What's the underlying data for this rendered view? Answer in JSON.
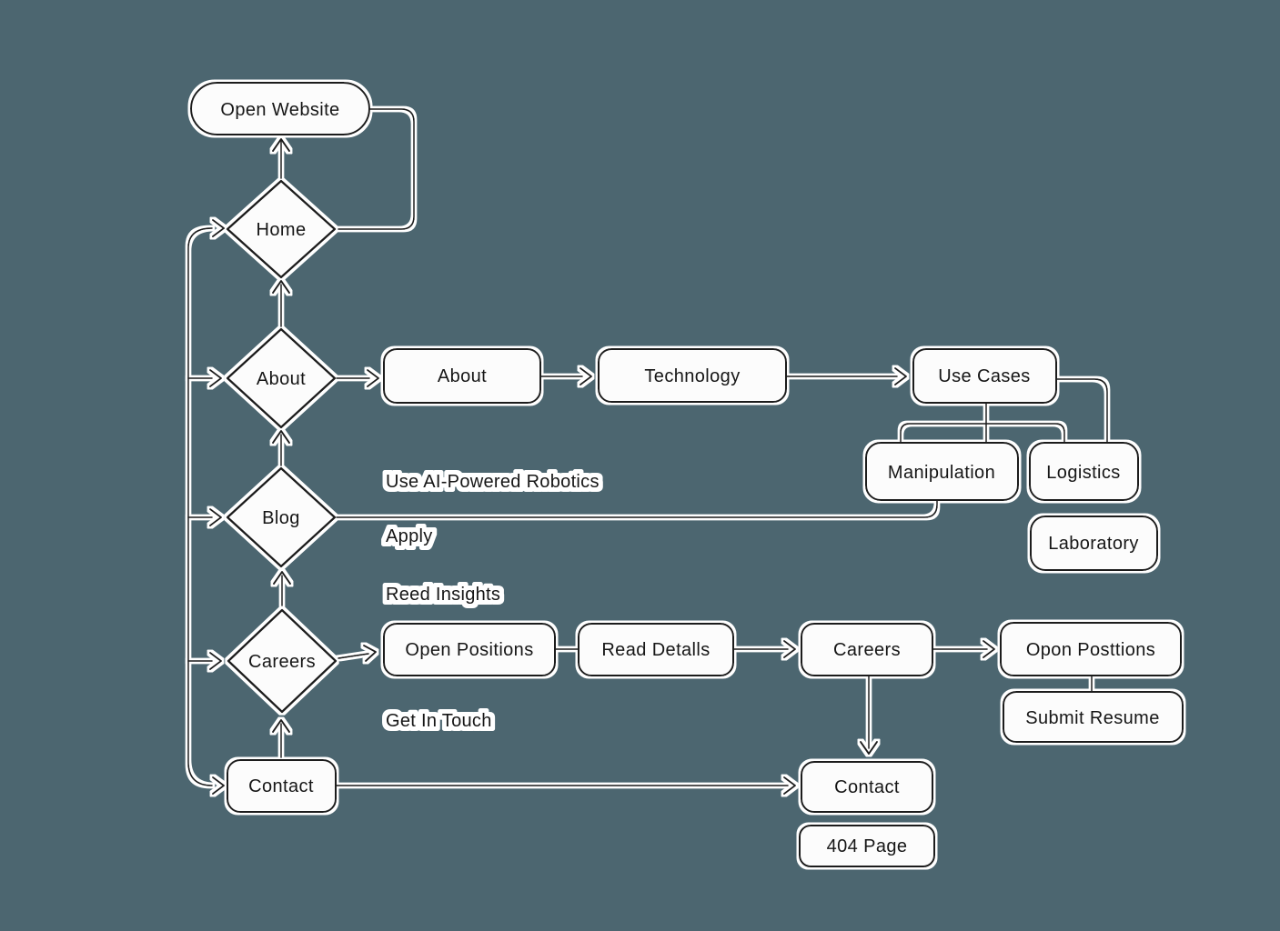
{
  "colors": {
    "background": "#4C6670",
    "line": "#1E1E1E",
    "node_fill": "#FCFCFC",
    "text": "#161616",
    "halo": "#FFFFFF"
  },
  "flowchart": {
    "entry": {
      "open_website": {
        "label": "Open Website"
      }
    },
    "nav_nodes": {
      "home": {
        "label": "Home"
      },
      "about": {
        "label": "About"
      },
      "blog": {
        "label": "Blog"
      },
      "careers": {
        "label": "Careers"
      },
      "contact": {
        "label": "Contact"
      }
    },
    "pages": {
      "about_page": {
        "label": "About"
      },
      "technology": {
        "label": "Technology"
      },
      "use_cases": {
        "label": "Use Cases"
      },
      "manipulation": {
        "label": "Manipulation"
      },
      "logistics": {
        "label": "Logistics"
      },
      "laboratory": {
        "label": "Laboratory"
      },
      "open_positions": {
        "label": "Open Positions"
      },
      "read_details": {
        "label": "Read Detalls"
      },
      "careers_page": {
        "label": "Careers"
      },
      "open_positions_page": {
        "label": "Opon Posttions"
      },
      "submit_resume": {
        "label": "Submit Resume"
      },
      "contact_page": {
        "label": "Contact"
      },
      "page_404": {
        "label": "404 Page"
      }
    },
    "edge_labels": {
      "use_ai_powered_robotics": "Use AI-Powered Robotics",
      "apply": "Apply",
      "reed_insights": "Reed Insights",
      "get_in_touch": "Get In Touch"
    }
  }
}
